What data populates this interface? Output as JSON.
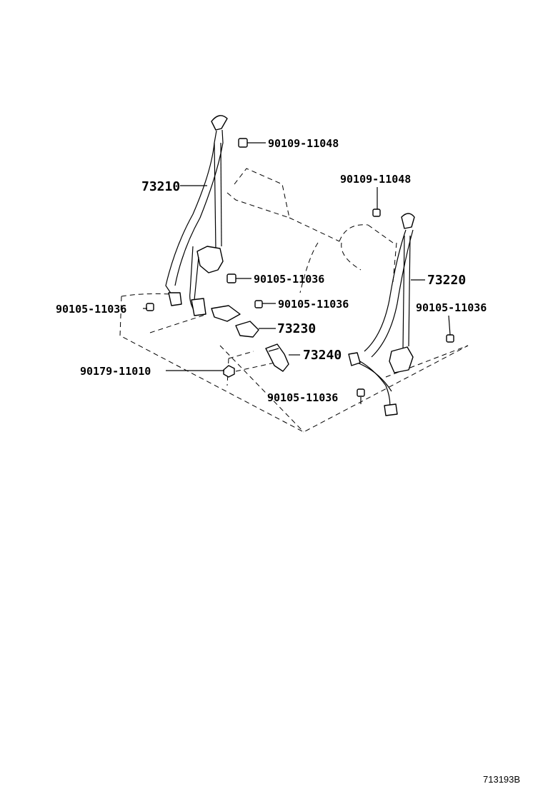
{
  "callouts": {
    "bolt_top_left": "90109-11048",
    "belt_left": "73210",
    "bolt_top_right": "90109-11048",
    "bolt_retractor_left": "90105-11036",
    "belt_right": "73220",
    "bolt_left_floor": "90105-11036",
    "bolt_center": "90105-11036",
    "bolt_right_floor": "90105-11036",
    "buckle_center": "73230",
    "buckle_center2": "73240",
    "nut_left": "90179-11010",
    "bolt_bottom_center": "90105-11036"
  },
  "reference_code": "713193B"
}
